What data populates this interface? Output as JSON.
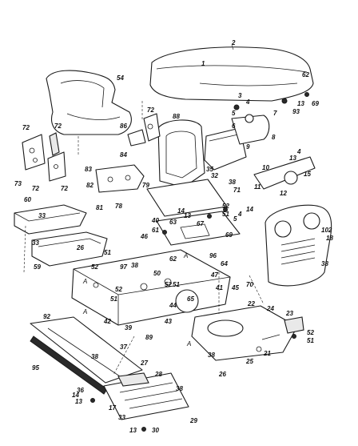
{
  "callouts": {
    "c1": "1",
    "c2": "2",
    "c3": "3",
    "c4": "4",
    "c4b": "4",
    "c4c": "4",
    "c5": "5",
    "c5b": "5",
    "c6": "6",
    "c7": "7",
    "c8": "8",
    "c9": "9",
    "c10": "10",
    "c11": "11",
    "c12": "12",
    "c13": "13",
    "c13b": "13",
    "c13c": "13",
    "c13d": "13",
    "c13e": "13",
    "c14": "14",
    "c14b": "14",
    "c14c": "14",
    "c15": "15",
    "c17": "17",
    "c18": "18",
    "c21": "21",
    "c22": "22",
    "c23": "23",
    "c24": "24",
    "c25": "25",
    "c26": "26",
    "c26b": "26",
    "c27": "27",
    "c28": "28",
    "c29": "29",
    "c30": "30",
    "c32": "32",
    "c33": "33",
    "c33b": "33",
    "c33c": "33",
    "c35": "35",
    "c36": "36",
    "c37": "37",
    "c38": "38",
    "c38b": "38",
    "c38c": "38",
    "c38d": "38",
    "c38e": "38",
    "c38f": "38",
    "c39": "39",
    "c40": "40",
    "c41": "41",
    "c42": "42",
    "c43": "43",
    "c44": "44",
    "c45": "45",
    "c46": "46",
    "c47": "47",
    "c50": "50",
    "c51": "51",
    "c51b": "51",
    "c51c": "51",
    "c51d": "51",
    "c51e": "51",
    "c52": "52",
    "c52b": "52",
    "c52c": "52",
    "c52d": "52",
    "c52e": "52",
    "c54": "54",
    "c59": "59",
    "c60": "60",
    "c61": "61",
    "c62": "62",
    "c62b": "62",
    "c63": "63",
    "c64": "64",
    "c65": "65",
    "c67": "67",
    "c69": "69",
    "c69b": "69",
    "c70": "70",
    "c71": "71",
    "c72": "72",
    "c72b": "72",
    "c72c": "72",
    "c72d": "72",
    "c72e": "72",
    "c73": "73",
    "c78": "78",
    "c79": "79",
    "c81": "81",
    "c82": "82",
    "c83": "83",
    "c84": "84",
    "c86": "86",
    "c88": "88",
    "c89": "89",
    "c92": "92",
    "c93": "93",
    "c95": "95",
    "c96": "96",
    "c97": "97",
    "c102": "102"
  },
  "letters": {
    "a1": "A",
    "a2": "A",
    "a3": "A",
    "a4": "A"
  }
}
